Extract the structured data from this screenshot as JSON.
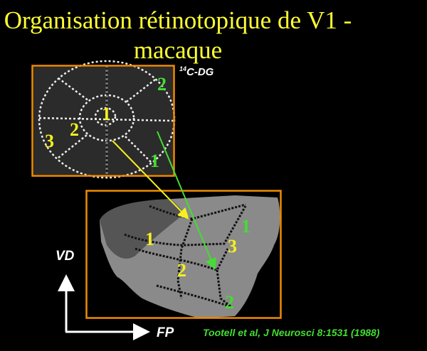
{
  "title": {
    "line1": "Organisation rétinotopique de V1 -",
    "line2": "macaque"
  },
  "tracer": {
    "superscript": "14",
    "label": "C-DG"
  },
  "stimulus_labels": {
    "y1": "1",
    "y2": "2",
    "y3": "3",
    "g1": "1",
    "g2": "2"
  },
  "cortex_labels": {
    "y1": "1",
    "y2": "2",
    "y3": "3",
    "g1": "1",
    "g2": "2"
  },
  "axes": {
    "vertical": "VD",
    "horizontal": "FP"
  },
  "citation": "Tootell et al, J Neurosci 8:1531 (1988)",
  "colors": {
    "title": "#ffff33",
    "frame": "#f08c00",
    "yellow": "#f5f020",
    "green": "#44dd33"
  }
}
